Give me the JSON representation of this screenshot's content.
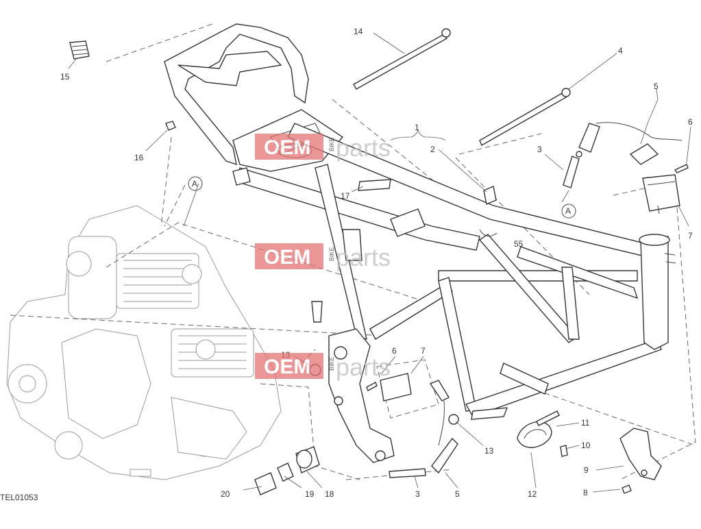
{
  "diagram": {
    "code": "TEL01053",
    "callouts": [
      "1",
      "2",
      "3",
      "4",
      "5",
      "6",
      "7",
      "8",
      "9",
      "10",
      "11",
      "12",
      "13",
      "14",
      "15",
      "16",
      "17",
      "18",
      "19",
      "20"
    ],
    "extra_callouts": {
      "a1": "A",
      "a2": "A",
      "c3b": "3",
      "c5b": "5",
      "c6b": "6",
      "c7b": "7",
      "c13b": "13"
    }
  },
  "watermark": {
    "brand": "OEM",
    "suffix": "parts",
    "small": "BIKE"
  },
  "colors": {
    "watermark": "#e57373",
    "line": "#333333",
    "engine": "#9a9a9a"
  }
}
